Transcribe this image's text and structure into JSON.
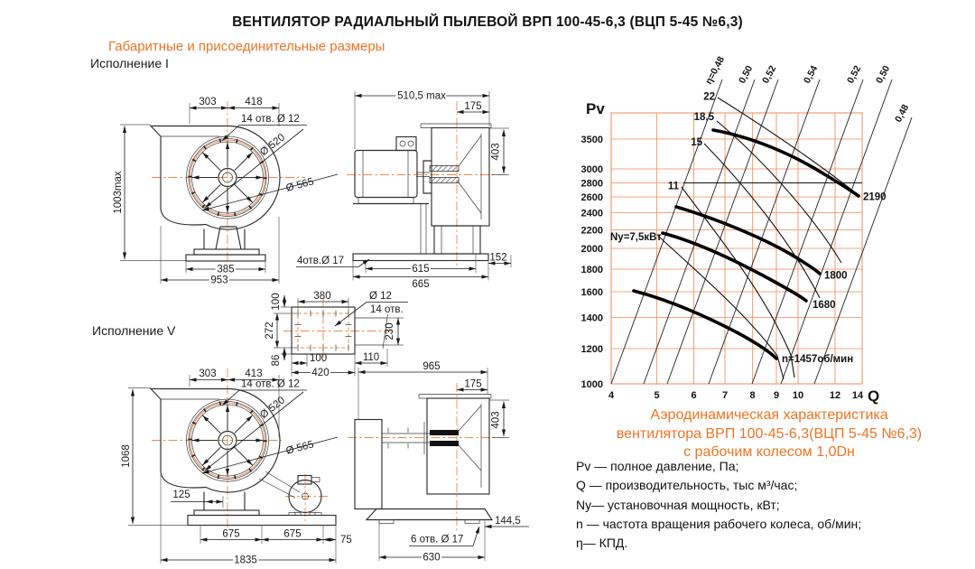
{
  "header": {
    "title": "ВЕНТИЛЯТОР РАДИАЛЬНЫЙ ПЫЛЕВОЙ ВРП 100-45-6,3 (ВЦП 5-45 №6,3)",
    "subtitle": "Габаритные и присоединительные размеры"
  },
  "drawings": {
    "exec1_label": "Исполнение I",
    "exec5_label": "Исполнение V",
    "e1f": {
      "d303": "303",
      "d418": "418",
      "holes": "14 отв. Ø 12",
      "d520": "Ø 520",
      "d565": "Ø 565",
      "h1003": "1003max",
      "d385": "385",
      "d953": "953"
    },
    "e1s": {
      "w510": "510,5 max",
      "d175": "175",
      "d403": "403",
      "holes": "4отв.Ø 17",
      "d615": "615",
      "d665": "665",
      "d152": "152"
    },
    "fl": {
      "d380": "380",
      "dia12": "Ø 12",
      "holes14": "14 отв.",
      "d100t": "100",
      "d272": "272",
      "d86": "86",
      "d230": "230",
      "d100b": "100",
      "d110": "110",
      "d420": "420"
    },
    "e5f": {
      "d303": "303",
      "d413": "413",
      "holes": "14 отв. Ø 12",
      "d520": "Ø 520",
      "d565": "Ø 565",
      "h1068": "1068",
      "d125": "125",
      "d675a": "675",
      "d675b": "675",
      "d75": "75",
      "d1835": "1835"
    },
    "e5s": {
      "d965": "965",
      "d175": "175",
      "d403": "403",
      "d144": "144,5",
      "holes": "6 отв. Ø 17",
      "d630": "630"
    }
  },
  "chart": {
    "pv": "Pv",
    "q": "Q",
    "y_ticks": [
      "3500",
      "3000",
      "2800",
      "2600",
      "2400",
      "2200",
      "2000",
      "1800",
      "1600",
      "1400",
      "1200",
      "1000"
    ],
    "x_ticks": [
      "4",
      "5",
      "6",
      "7",
      "8",
      "9",
      "10",
      "12",
      "14"
    ],
    "power": {
      "p22": "22",
      "p185": "18,5",
      "p15": "15",
      "p11": "11",
      "p75": "Ny=7,5кВт"
    },
    "eta": [
      "η=0,48",
      "0,50",
      "0,52",
      "0,54",
      "0,52",
      "0,50",
      "0,48"
    ],
    "curves": {
      "c2190": "2190",
      "c1800": "1800",
      "c1680": "1680",
      "c1457": "n=1457об/мин"
    }
  },
  "caption": {
    "l1": "Аэродинамическая характеристика",
    "l2": "вентилятора  ВРП 100-45-6,3(ВЦП 5-45 №6,3)",
    "l3": "с рабочим колесом 1,0Dн"
  },
  "legend": {
    "pv": "Pv — полное давление, Па;",
    "q": "Q  — производительность, тыс м³/час;",
    "ny": "Ny— установочная мощность, кВт;",
    "n": "n — частота вращения рабочего колеса,  об/мин;",
    "eta": "η— КПД."
  },
  "chart_data": {
    "type": "line",
    "title": "Аэродинамическая характеристика вентилятора ВРП 100-45-6,3 (ВЦП 5-45 №6,3) с рабочим колесом 1,0Dн",
    "xlabel": "Q, тыс м³/час",
    "ylabel": "Pv, Па",
    "x_scale": "log",
    "y_scale": "log",
    "xlim": [
      4,
      14
    ],
    "ylim": [
      1000,
      4000
    ],
    "x_ticks": [
      4,
      5,
      6,
      7,
      8,
      9,
      10,
      12,
      14
    ],
    "y_ticks": [
      1000,
      1200,
      1400,
      1600,
      1800,
      2000,
      2200,
      2400,
      2600,
      2800,
      3000,
      3500
    ],
    "grid": true,
    "series": [
      {
        "name": "n=2190 об/мин",
        "points": [
          [
            6.6,
            3670
          ],
          [
            7.9,
            3530
          ],
          [
            9.4,
            3280
          ],
          [
            11.2,
            2970
          ],
          [
            13.4,
            2620
          ]
        ]
      },
      {
        "name": "n=1800 об/мин",
        "points": [
          [
            5.5,
            2480
          ],
          [
            6.6,
            2330
          ],
          [
            7.9,
            2160
          ],
          [
            9.4,
            1970
          ],
          [
            11.1,
            1770
          ]
        ]
      },
      {
        "name": "n=1680 об/мин",
        "points": [
          [
            5.1,
            2160
          ],
          [
            6.2,
            2050
          ],
          [
            7.4,
            1900
          ],
          [
            8.8,
            1720
          ],
          [
            10.4,
            1540
          ]
        ]
      },
      {
        "name": "n=1457 об/мин",
        "points": [
          [
            4.5,
            1610
          ],
          [
            5.3,
            1530
          ],
          [
            6.3,
            1430
          ],
          [
            7.5,
            1290
          ],
          [
            9.0,
            1140
          ]
        ]
      }
    ],
    "power_curves_kW": [
      7.5,
      11,
      15,
      18.5,
      22
    ],
    "efficiency_line_labels": [
      0.48,
      0.5,
      0.52,
      0.54,
      0.52,
      0.5,
      0.48
    ],
    "annotations": [
      "2190",
      "1800",
      "1680",
      "n=1457об/мин",
      "Ny=7,5кВт"
    ]
  }
}
